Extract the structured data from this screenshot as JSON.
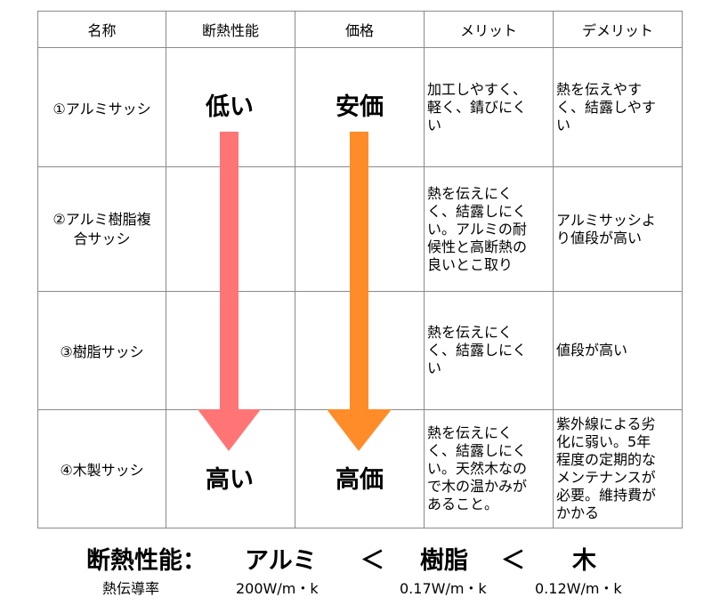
{
  "headers": [
    "名称",
    "断熱性能",
    "価格",
    "メリット",
    "デメリット"
  ],
  "rows": [
    {
      "name": "①アルミサッシ",
      "merit": "加工しやすく、\n軽く、錆びにく\nい",
      "demerit": "熱を伝えやす\nく、結露しやす\nい"
    },
    {
      "name": "②アルミ樹脂複\n合サッシ",
      "merit": "熱を伝えにく\nく、結露しにく\nい。アルミの耐\n候性と高断熱の\n良いとこ取り",
      "demerit": "アルミサッシよ\nり値段が高い"
    },
    {
      "name": "③樹脂サッシ",
      "merit": "熱を伝えにく\nく、結露しにく\nい",
      "demerit": "値段が高い"
    },
    {
      "name": "④木製サッシ",
      "merit": "熱を伝えにく\nく、結露しにく\nい。天然木なの\nで木の温かみが\nあること。",
      "demerit": "紫外線による劣\n化に弱い。5年\n程度の定期的な\nメンテナンスが\n必要。維持費が\nかかる"
    }
  ],
  "insulation": {
    "top": "低い",
    "bottom": "高い",
    "color": "#ff7575"
  },
  "price": {
    "top": "安価",
    "bottom": "高価",
    "color": "#ff8c28"
  },
  "footer": {
    "title": "断熱性能：",
    "aluminum": "アルミ",
    "lt1": "＜",
    "resin": "樹脂",
    "lt2": "＜",
    "wood": "木",
    "conductivity_label": "熱伝導率",
    "aluminum_value": "200W/m・k",
    "resin_value": "0.17W/m・k",
    "wood_value": "0.12W/m・k"
  }
}
